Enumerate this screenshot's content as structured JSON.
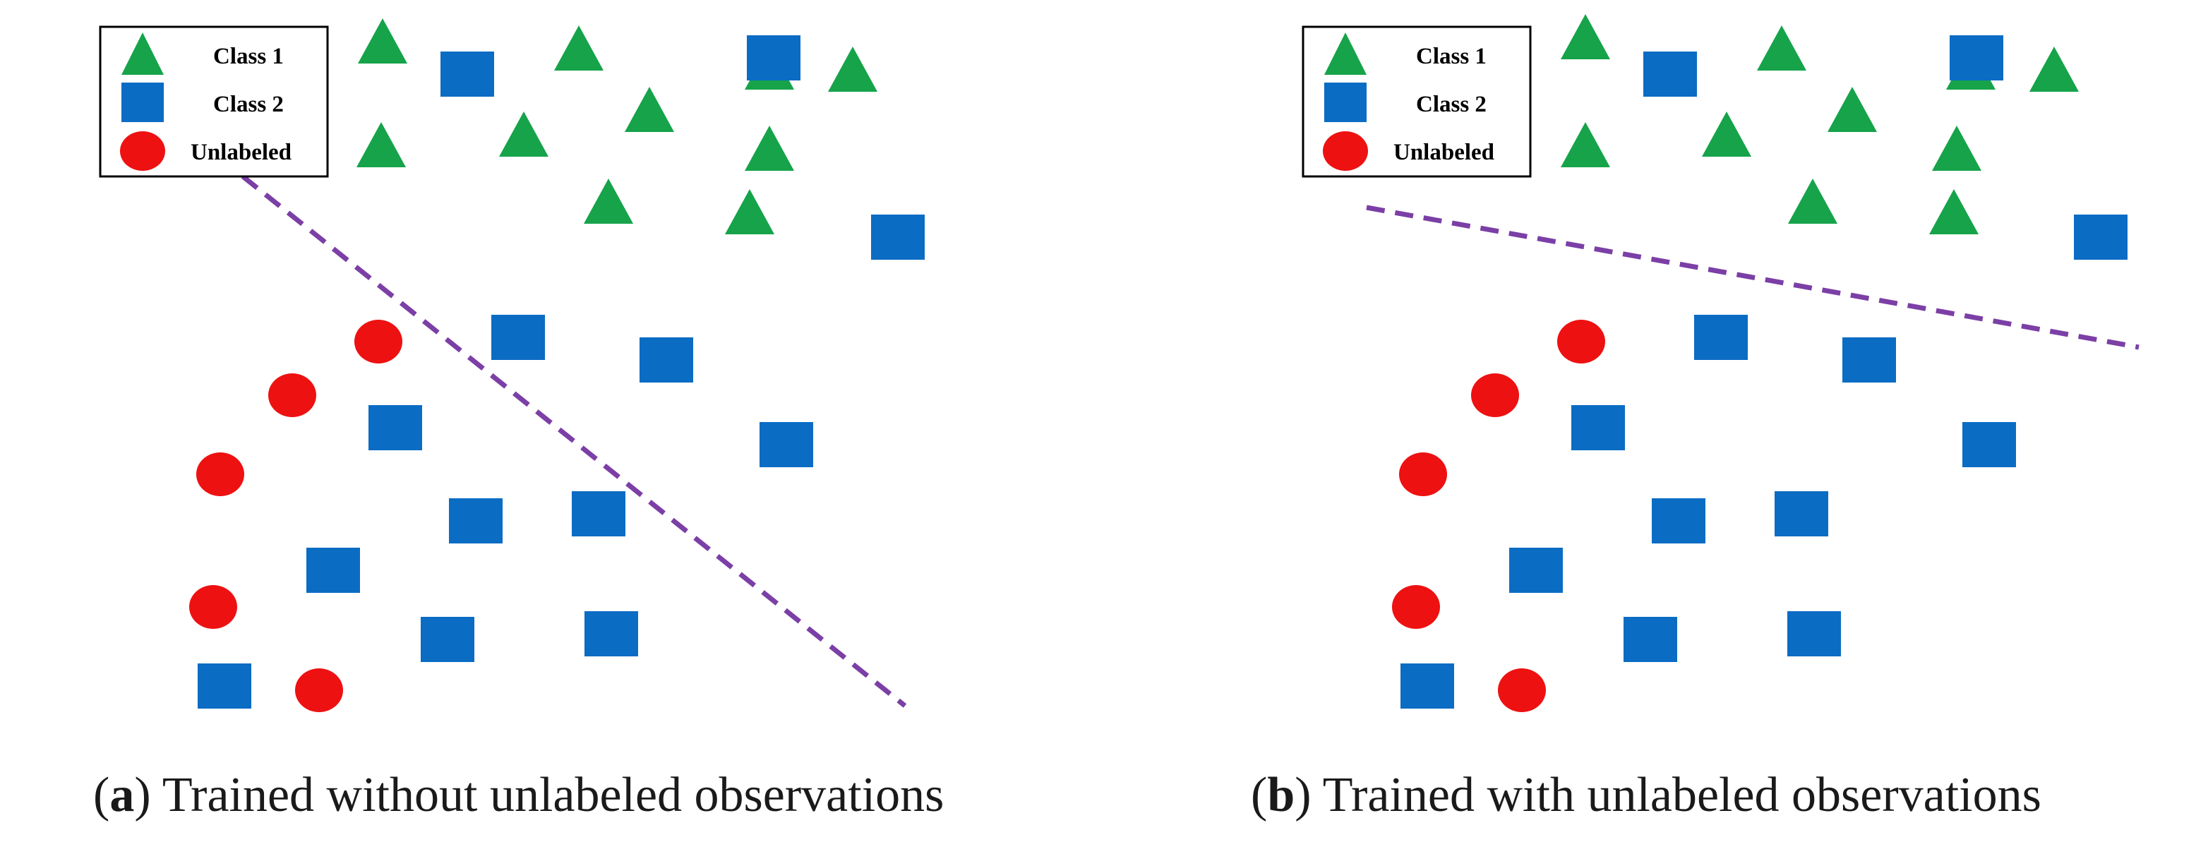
{
  "colors": {
    "class1": "#16a34a",
    "class2": "#0b6cc4",
    "unlabeled": "#ee1111",
    "boundary": "#7b3fa6",
    "legend_border": "#000000"
  },
  "legend": {
    "class1": "Class 1",
    "class2": "Class 2",
    "unlabeled": "Unlabeled"
  },
  "panels": [
    {
      "id": "a",
      "caption_letter": "a",
      "caption_text": " Trained without unlabeled observations",
      "triangles": [
        [
          542,
          58
        ],
        [
          820,
          68
        ],
        [
          920,
          155
        ],
        [
          742,
          190
        ],
        [
          540,
          205
        ],
        [
          1090,
          95
        ],
        [
          1208,
          98
        ],
        [
          1090,
          210
        ],
        [
          862,
          285
        ],
        [
          1062,
          300
        ]
      ],
      "squares": [
        [
          662,
          105
        ],
        [
          1096,
          82
        ],
        [
          1272,
          336
        ],
        [
          734,
          478
        ],
        [
          944,
          510
        ],
        [
          1114,
          630
        ],
        [
          560,
          606
        ],
        [
          674,
          738
        ],
        [
          848,
          728
        ],
        [
          472,
          808
        ],
        [
          634,
          906
        ],
        [
          866,
          898
        ],
        [
          318,
          972
        ]
      ],
      "circles": [
        [
          536,
          484
        ],
        [
          414,
          560
        ],
        [
          312,
          672
        ],
        [
          302,
          860
        ],
        [
          452,
          978
        ]
      ],
      "boundary": [
        [
          344,
          250
        ],
        [
          1282,
          1000
        ]
      ]
    },
    {
      "id": "b",
      "caption_letter": "b",
      "caption_text": " Trained with unlabeled observations",
      "triangles": [
        [
          546,
          52
        ],
        [
          824,
          68
        ],
        [
          924,
          155
        ],
        [
          746,
          190
        ],
        [
          546,
          205
        ],
        [
          1092,
          95
        ],
        [
          1210,
          98
        ],
        [
          1072,
          210
        ],
        [
          868,
          285
        ],
        [
          1068,
          300
        ]
      ],
      "squares": [
        [
          666,
          105
        ],
        [
          1100,
          82
        ],
        [
          1276,
          336
        ],
        [
          738,
          478
        ],
        [
          948,
          510
        ],
        [
          1118,
          630
        ],
        [
          564,
          606
        ],
        [
          678,
          738
        ],
        [
          852,
          728
        ],
        [
          476,
          808
        ],
        [
          638,
          906
        ],
        [
          870,
          898
        ],
        [
          322,
          972
        ]
      ],
      "circles": [
        [
          540,
          484
        ],
        [
          418,
          560
        ],
        [
          316,
          672
        ],
        [
          306,
          860
        ],
        [
          456,
          978
        ]
      ],
      "boundary": [
        [
          236,
          294
        ],
        [
          1330,
          492
        ]
      ]
    }
  ]
}
